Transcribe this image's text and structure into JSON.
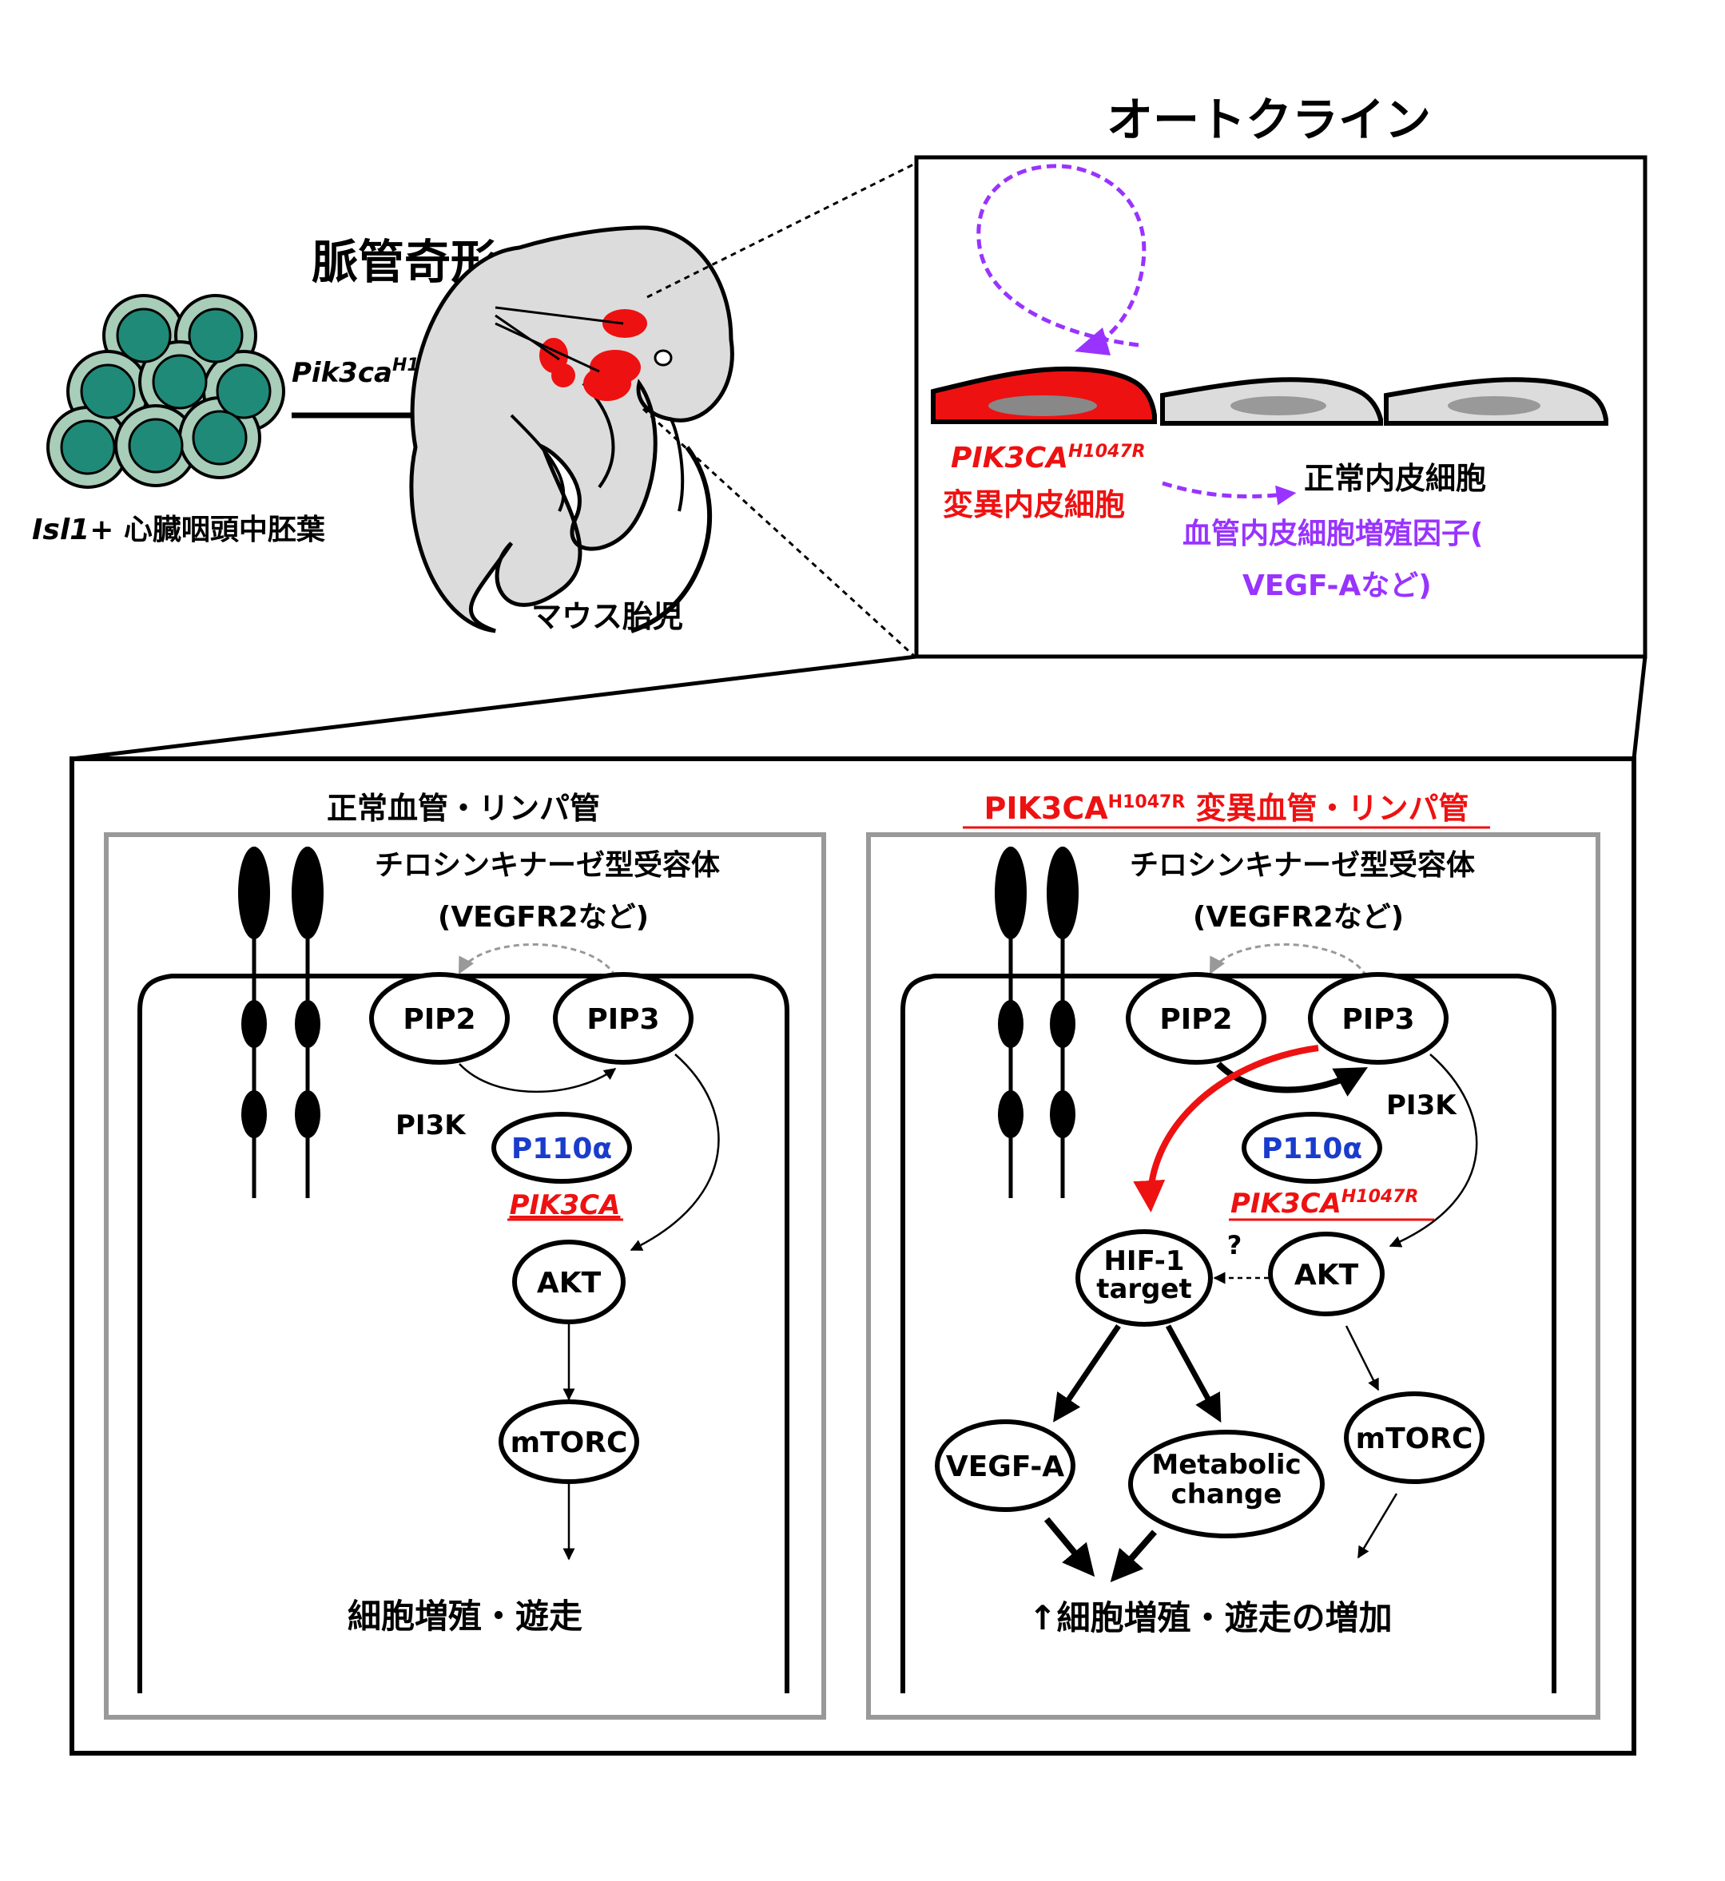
{
  "colors": {
    "mutant_red": "#ee1111",
    "autocrine_purple": "#9933ff",
    "p110_blue": "#1a3ccc",
    "cell_teal": "#1f8a78",
    "cell_rim": "#a8cdb9",
    "embryo_gray": "#dcdcdc",
    "panel_gray": "#999999"
  },
  "top": {
    "title_left": "脈管奇形",
    "cells_caption_italic": "Isl1+",
    "cells_caption_rest": " 心臓咽頭中胚葉",
    "arrow_gene": "Pik3ca",
    "arrow_gene_sup": "H1047R",
    "embryo_caption": "マウス胎児",
    "autocrine_title": "オートクライン",
    "mutant_gene": "PIK3CA",
    "mutant_sup": "H1047R",
    "mutant_label": "変異内皮細胞",
    "normal_label": "正常内皮細胞",
    "factor_line1": "血管内皮細胞増殖因子(",
    "factor_line2": "VEGF-Aなど)"
  },
  "left_panel": {
    "title": "正常血管・リンパ管",
    "receptor_line1": "チロシンキナーゼ型受容体",
    "receptor_line2": "(VEGFR2など)",
    "nodes": {
      "pip2": "PIP2",
      "pip3": "PIP3",
      "pi3k": "PI3K",
      "p110": "P110α",
      "gene": "PIK3CA",
      "akt": "AKT",
      "mtorc": "mTORC"
    },
    "outcome": "細胞増殖・遊走"
  },
  "right_panel": {
    "title_gene": "PIK3CA",
    "title_sup": "H1047R",
    "title_rest": " 変異血管・リンパ管",
    "receptor_line1": "チロシンキナーゼ型受容体",
    "receptor_line2": "(VEGFR2など)",
    "nodes": {
      "pip2": "PIP2",
      "pip3": "PIP3",
      "pi3k": "PI3K",
      "p110": "P110α",
      "gene": "PIK3CA",
      "gene_sup": "H1047R",
      "hif_line1": "HIF-1",
      "hif_line2": "target",
      "question": "?",
      "akt": "AKT",
      "vegfa": "VEGF-A",
      "metabolic_line1": "Metabolic",
      "metabolic_line2": "change",
      "mtorc": "mTORC"
    },
    "outcome": "↑細胞増殖・遊走の増加"
  }
}
